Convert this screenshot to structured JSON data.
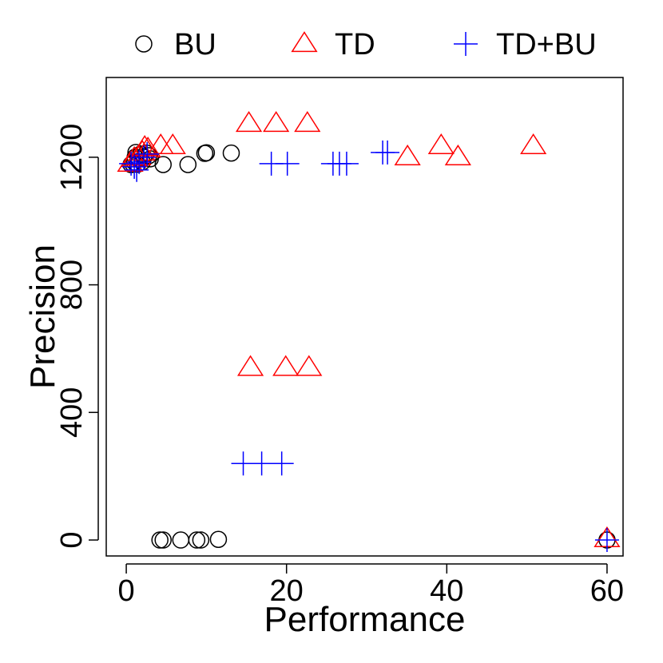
{
  "chart_data": {
    "type": "scatter",
    "title": "",
    "xlabel": "Performance",
    "ylabel": "Precision",
    "xlim": [
      -2.5,
      62
    ],
    "ylim": [
      -50,
      1450
    ],
    "xticks": [
      "0",
      "20",
      "40",
      "60"
    ],
    "yticks": [
      "0",
      "400",
      "800",
      "1200"
    ],
    "grid": false,
    "legend_position": "top",
    "series": [
      {
        "name": "BU",
        "marker": "circle",
        "color": "#000000",
        "points": [
          [
            0.6,
            1177
          ],
          [
            0.8,
            1180
          ],
          [
            1.0,
            1185
          ],
          [
            1.1,
            1200
          ],
          [
            1.2,
            1215
          ],
          [
            1.4,
            1178
          ],
          [
            1.6,
            1195
          ],
          [
            1.8,
            1210
          ],
          [
            2.0,
            1185
          ],
          [
            2.2,
            1200
          ],
          [
            2.5,
            1213
          ],
          [
            2.8,
            1205
          ],
          [
            3.0,
            1195
          ],
          [
            4.6,
            1177
          ],
          [
            7.7,
            1177
          ],
          [
            9.8,
            1212
          ],
          [
            10.0,
            1214
          ],
          [
            13.1,
            1213
          ],
          [
            4.2,
            0
          ],
          [
            4.6,
            0
          ],
          [
            6.8,
            0
          ],
          [
            8.8,
            0
          ],
          [
            9.3,
            0
          ],
          [
            11.5,
            2
          ],
          [
            60,
            0
          ]
        ]
      },
      {
        "name": "TD",
        "marker": "triangle",
        "color": "#ff0000",
        "points": [
          [
            0.5,
            1180
          ],
          [
            1.0,
            1195
          ],
          [
            1.5,
            1200
          ],
          [
            2.0,
            1215
          ],
          [
            2.3,
            1230
          ],
          [
            2.7,
            1225
          ],
          [
            4.3,
            1235
          ],
          [
            5.8,
            1235
          ],
          [
            15.3,
            1305
          ],
          [
            18.7,
            1305
          ],
          [
            22.6,
            1305
          ],
          [
            35.1,
            1200
          ],
          [
            39.3,
            1235
          ],
          [
            41.4,
            1200
          ],
          [
            50.8,
            1235
          ],
          [
            15.5,
            540
          ],
          [
            19.9,
            540
          ],
          [
            22.8,
            540
          ],
          [
            60,
            3
          ]
        ]
      },
      {
        "name": "TD+BU",
        "marker": "plus",
        "color": "#0000ff",
        "points": [
          [
            0.6,
            1180
          ],
          [
            1.0,
            1170
          ],
          [
            1.3,
            1160
          ],
          [
            1.6,
            1185
          ],
          [
            2.2,
            1200
          ],
          [
            2.6,
            1210
          ],
          [
            18.1,
            1180
          ],
          [
            20.1,
            1180
          ],
          [
            25.8,
            1180
          ],
          [
            26.6,
            1180
          ],
          [
            27.5,
            1180
          ],
          [
            32.0,
            1215
          ],
          [
            32.6,
            1215
          ],
          [
            14.6,
            240
          ],
          [
            16.9,
            240
          ],
          [
            19.4,
            240
          ],
          [
            60,
            0
          ]
        ]
      }
    ]
  }
}
